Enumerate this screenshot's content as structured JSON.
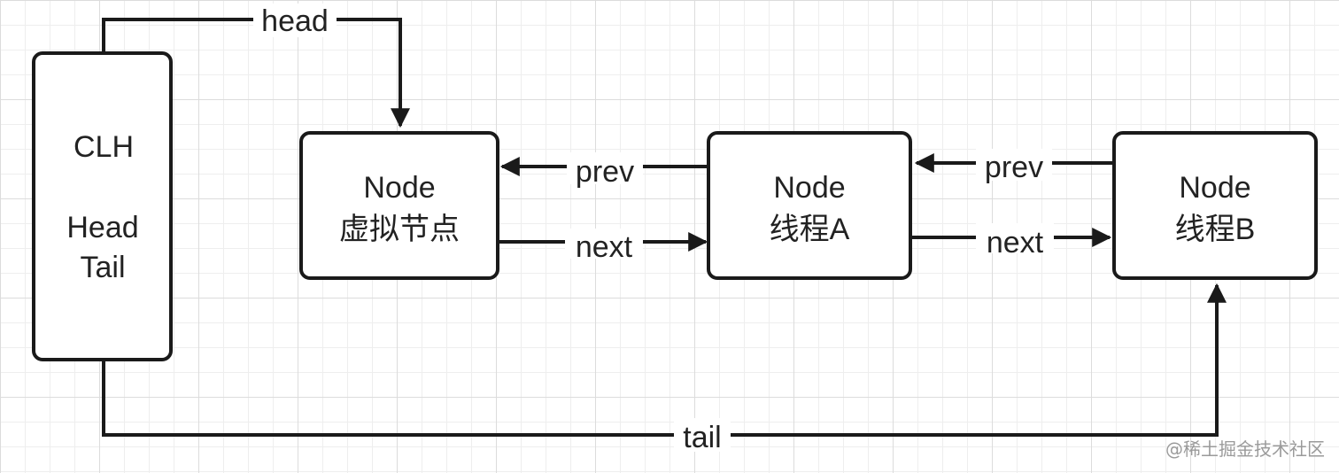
{
  "nodes": {
    "clh": {
      "line1": "CLH",
      "line2": "Head",
      "line3": "Tail"
    },
    "dummy": {
      "line1": "Node",
      "line2": "虚拟节点"
    },
    "thread_a": {
      "line1": "Node",
      "line2": "线程A"
    },
    "thread_b": {
      "line1": "Node",
      "line2": "线程B"
    }
  },
  "edges": {
    "head": "head",
    "tail": "tail",
    "prev_a": "prev",
    "next_a": "next",
    "prev_b": "prev",
    "next_b": "next"
  },
  "watermark": "@稀土掘金技术社区"
}
